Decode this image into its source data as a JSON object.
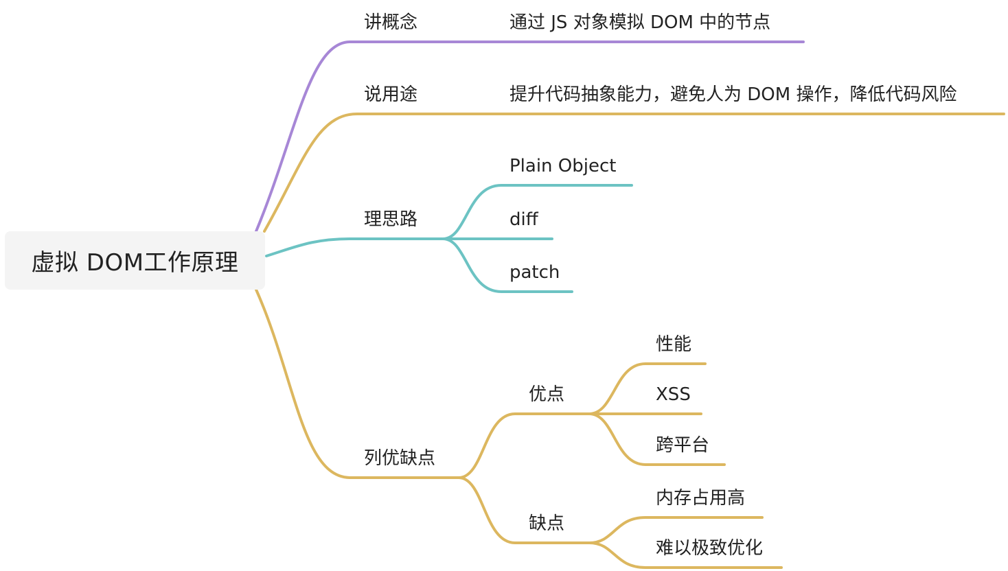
{
  "colors": {
    "purple": "#a787d6",
    "gold": "#dcb75f",
    "teal": "#6cc3c3",
    "root_bg": "#f4f4f4",
    "text": "#222222"
  },
  "root": {
    "label": "虚拟 DOM工作原理"
  },
  "branches": {
    "concept": {
      "label": "讲概念",
      "detail": "通过 JS 对象模拟 DOM 中的节点"
    },
    "usage": {
      "label": "说用途",
      "detail": "提升代码抽象能力，避免人为 DOM 操作，降低代码风险"
    },
    "idea": {
      "label": "理思路",
      "children": [
        "Plain Object",
        "diff",
        "patch"
      ]
    },
    "pros_cons": {
      "label": "列优缺点",
      "pros": {
        "label": "优点",
        "children": [
          "性能",
          "XSS",
          "跨平台"
        ]
      },
      "cons": {
        "label": "缺点",
        "children": [
          "内存占用高",
          "难以极致优化"
        ]
      }
    }
  }
}
